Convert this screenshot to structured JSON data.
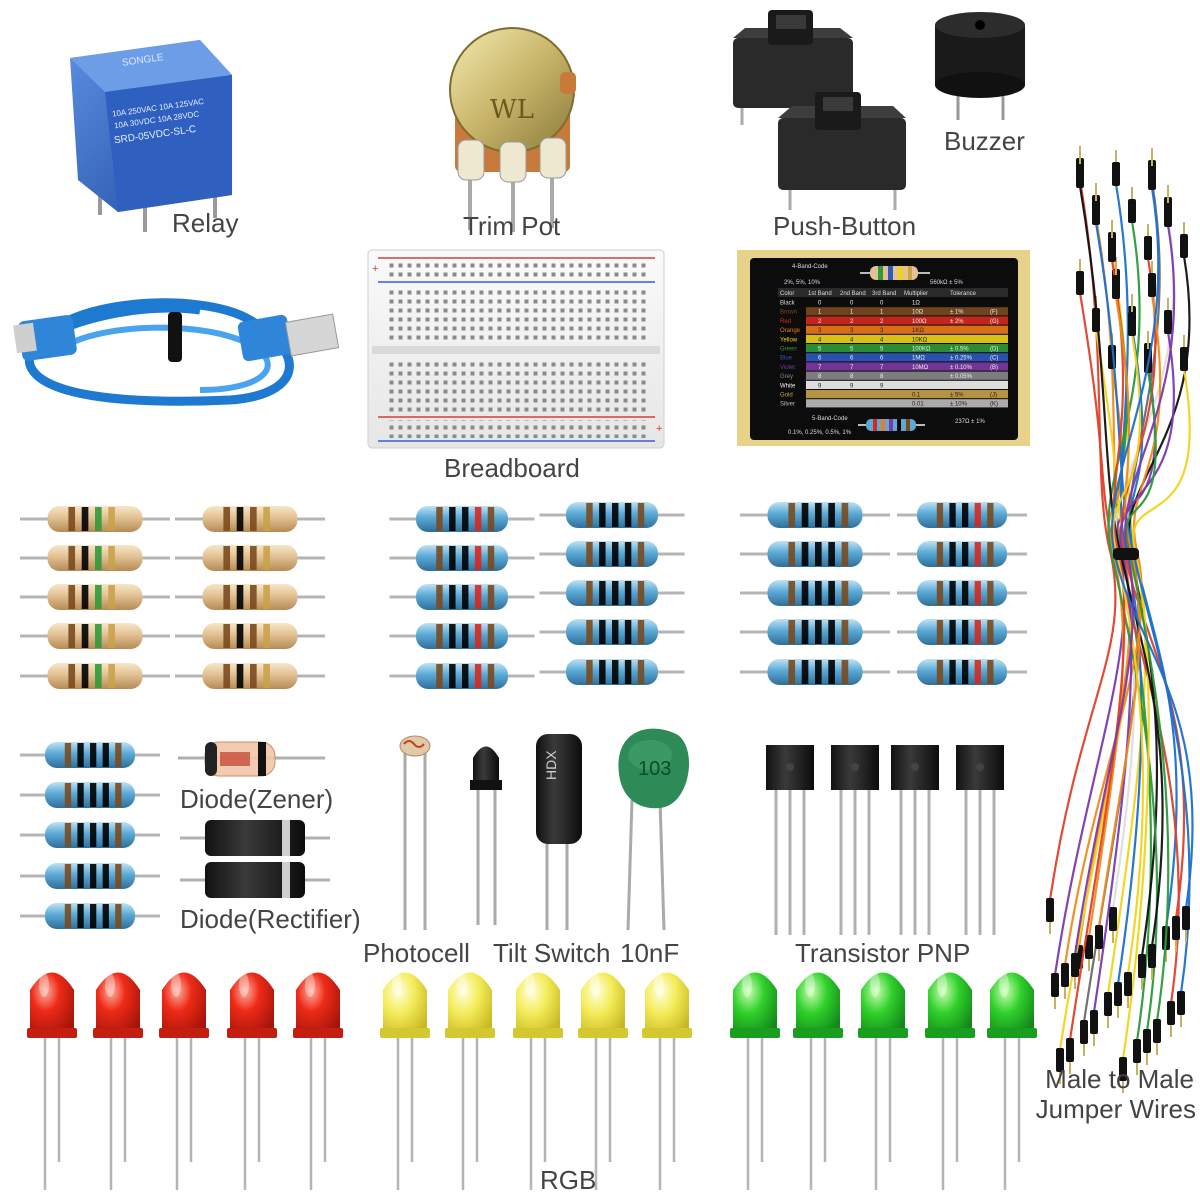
{
  "labels": {
    "relay": "Relay",
    "trim_pot": "Trim Pot",
    "push_button": "Push-Button",
    "buzzer": "Buzzer",
    "breadboard": "Breadboard",
    "diode_zener": "Diode(Zener)",
    "diode_rectifier": "Diode(Rectifier)",
    "photocell": "Photocell",
    "tilt_switch": "Tilt Switch",
    "capacitor": "10nF",
    "transistor": "Transistor PNP",
    "rgb": "RGB",
    "jumper_line1": "Male to Male",
    "jumper_line2": "Jumper Wires"
  },
  "markings": {
    "relay_brand": "SONGLE",
    "relay_line1": "10A 250VAC 10A 125VAC",
    "relay_line2": "10A 30VDC 10A 28VDC",
    "relay_model": "SRD-05VDC-SL-C",
    "pot": "WL",
    "capacitor": "103",
    "tilt": "HDX"
  },
  "color_code_card": {
    "title_4band": "4-Band-Code",
    "tol_4band": "2%, 5%, 10%",
    "example_4band": "560kΩ ± 5%",
    "headers": [
      "Color",
      "1st Band",
      "2nd Band",
      "3rd Band",
      "Multiplier",
      "Tolerance"
    ],
    "rows": [
      {
        "name": "Black",
        "b1": "0",
        "b2": "0",
        "b3": "0",
        "mult": "1Ω",
        "tol": "",
        "code": ""
      },
      {
        "name": "Brown",
        "b1": "1",
        "b2": "1",
        "b3": "1",
        "mult": "10Ω",
        "tol": "± 1%",
        "code": "(F)"
      },
      {
        "name": "Red",
        "b1": "2",
        "b2": "2",
        "b3": "2",
        "mult": "100Ω",
        "tol": "± 2%",
        "code": "(G)"
      },
      {
        "name": "Orange",
        "b1": "3",
        "b2": "3",
        "b3": "3",
        "mult": "1KΩ",
        "tol": "",
        "code": ""
      },
      {
        "name": "Yellow",
        "b1": "4",
        "b2": "4",
        "b3": "4",
        "mult": "10KΩ",
        "tol": "",
        "code": ""
      },
      {
        "name": "Green",
        "b1": "5",
        "b2": "5",
        "b3": "5",
        "mult": "100KΩ",
        "tol": "± 0.5%",
        "code": "(D)"
      },
      {
        "name": "Blue",
        "b1": "6",
        "b2": "6",
        "b3": "6",
        "mult": "1MΩ",
        "tol": "± 0.25%",
        "code": "(C)"
      },
      {
        "name": "Violet",
        "b1": "7",
        "b2": "7",
        "b3": "7",
        "mult": "10MΩ",
        "tol": "± 0.10%",
        "code": "(B)"
      },
      {
        "name": "Grey",
        "b1": "8",
        "b2": "8",
        "b3": "8",
        "mult": "",
        "tol": "± 0.05%",
        "code": ""
      },
      {
        "name": "White",
        "b1": "9",
        "b2": "9",
        "b3": "9",
        "mult": "",
        "tol": "",
        "code": ""
      },
      {
        "name": "Gold",
        "b1": "",
        "b2": "",
        "b3": "",
        "mult": "0.1",
        "tol": "± 5%",
        "code": "(J)"
      },
      {
        "name": "Silver",
        "b1": "",
        "b2": "",
        "b3": "",
        "mult": "0.01",
        "tol": "± 10%",
        "code": "(K)"
      }
    ],
    "row_colors": [
      "#000000",
      "#7a4a1e",
      "#d6281f",
      "#ee7a1a",
      "#f0d21a",
      "#2f9a3a",
      "#2f58c0",
      "#7d3aa6",
      "#8a8a8a",
      "#f4f4f4",
      "#c9a24a",
      "#bdbdbd"
    ],
    "title_5band": "5-Band-Code",
    "tol_5band": "0.1%, 0.25%, 0.5%, 1%",
    "example_5band": "237Ω ± 1%"
  },
  "colors": {
    "led_red": "#ee2a17",
    "led_yellow": "#f4ec5a",
    "led_green": "#2fd02a",
    "relay_blue": "#2d5fb8",
    "resistor_blue": "#5aa9d6",
    "resistor_beige": "#e2c193",
    "capacitor_green": "#2e8b57",
    "usb_cable": "#1d7ad0",
    "card_frame": "#e8d28a"
  },
  "icons": {
    "relay": "relay-icon",
    "pot": "potentiometer-icon",
    "button": "push-button-icon",
    "buzzer": "buzzer-icon",
    "usb": "usb-cable-icon",
    "breadboard": "breadboard-icon",
    "resistor": "resistor-icon",
    "diode": "diode-icon",
    "photocell": "photocell-icon",
    "ir": "ir-receiver-icon",
    "tilt": "tilt-switch-icon",
    "capacitor": "capacitor-icon",
    "transistor": "transistor-icon",
    "led": "led-icon",
    "jumper": "jumper-wires-icon"
  }
}
